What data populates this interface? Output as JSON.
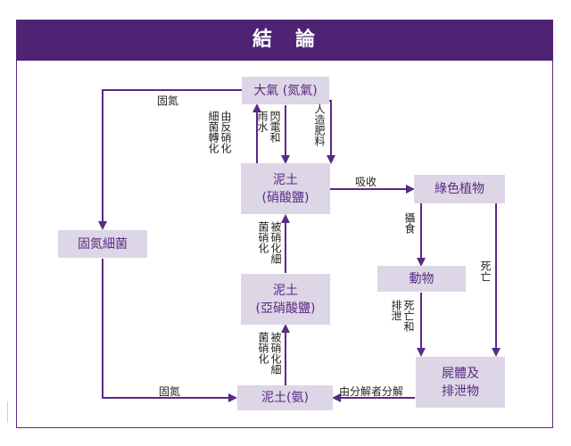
{
  "header": {
    "title": "結　論"
  },
  "boxes": {
    "atmosphere": "大氣 (氮氣)",
    "soil_nitrate": "泥土\n(硝酸鹽)",
    "soil_nitrite": "泥土\n(亞硝酸鹽)",
    "soil_ammonia": "泥土(氨)",
    "green_plants": "綠色植物",
    "animals": "動物",
    "remains": "屍體及\n排泄物",
    "fixing_bacteria": "固氮細菌"
  },
  "labels": {
    "fixation_top": "固氮",
    "fixation_bottom": "固氮",
    "absorb": "吸收",
    "decompose": "由分解者分解",
    "denitrify": "由反硝化細菌轉化",
    "lightning": "閃電和雨水",
    "fertilizer": "人造肥料",
    "nitrify_upper": "被硝化細菌硝化",
    "nitrify_lower": "被硝化細菌硝化",
    "eaten": "攝食",
    "death_plants": "死亡",
    "death_excretion": "死亡和排泄"
  },
  "colors": {
    "header_bg": "#4f2373",
    "box_bg": "#dcd6e6",
    "arrow": "#5b2a83",
    "text": "#5b2a83"
  }
}
